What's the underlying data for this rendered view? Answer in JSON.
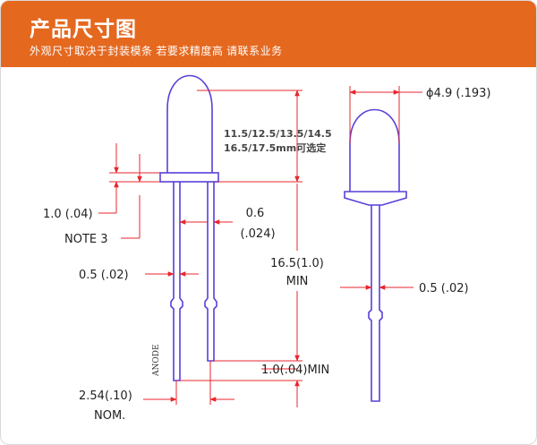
{
  "header": {
    "title": "产品尺寸图",
    "subtitle": "外观尺寸取决于封装模条  若要求精度高  请联系业务"
  },
  "labels": {
    "diameter": "ϕ4.9 (.193)",
    "height_line1": "11.5/12.5/13.5/14.5",
    "height_line2": "16.5/17.5mm可选定",
    "flange": "1.0 (.04)",
    "note": "NOTE 3",
    "pin_gap_1": "0.6",
    "pin_gap_2": "(.024)",
    "lead_width_left": "0.5 (.02)",
    "lead_length_1": "16.5(1.0)",
    "lead_length_2": "MIN",
    "lead_width_right": "0.5 (.02)",
    "lead_diff": "1.0(.04)MIN",
    "pitch_1": "2.54(.10)",
    "pitch_2": "NOM.",
    "anode": "ANODE"
  },
  "colors": {
    "header": "#e5681f",
    "outline": "#5a3fd8",
    "dimension": "#e8252d"
  }
}
